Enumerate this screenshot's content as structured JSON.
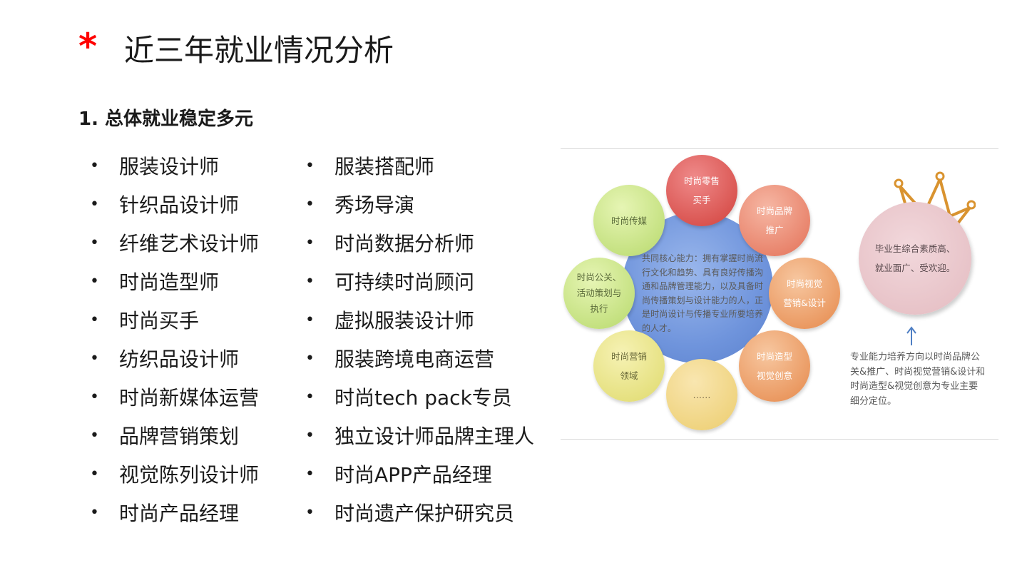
{
  "header": {
    "marker": "*",
    "title": "近三年就业情况分析",
    "subtitle": "1. 总体就业稳定多元"
  },
  "jobs": {
    "bullet": "•",
    "column1": [
      "服装设计师",
      "针织品设计师",
      "纤维艺术设计师",
      "时尚造型师",
      "时尚买手",
      "纺织品设计师",
      "时尚新媒体运营",
      "品牌营销策划",
      "视觉陈列设计师",
      "时尚产品经理"
    ],
    "column2": [
      "服装搭配师",
      "秀场导演",
      "时尚数据分析师",
      "可持续时尚顾问",
      "虚拟服装设计师",
      "服装跨境电商运营",
      "时尚tech pack专员",
      "独立设计师品牌主理人",
      "时尚APP产品经理",
      "时尚遗产保护研究员"
    ]
  },
  "diagram": {
    "hub_text": "共同核心能力：拥有掌握时尚流行文化和趋势、具有良好传播沟通和品牌管理能力，以及具备时尚传播策划与设计能力的人，正是时尚设计与传播专业所要培养的人才。",
    "nodes": {
      "retail": "时尚零售\n买手",
      "brand": "时尚品牌\n推广",
      "visual": "时尚视觉\n营销&设计",
      "styling": "时尚造型\n视觉创意",
      "more": "……",
      "marketing": "时尚营销\n领域",
      "pr": "时尚公关、\n活动策划与\n执行",
      "media": "时尚传媒"
    },
    "quality_text": "毕业生综合素质高、\n就业面广、受欢迎。",
    "note": "专业能力培养方向以时尚品牌公关&推广、时尚视觉营销&设计和时尚造型&视觉创意为专业主要细分定位。",
    "icons": {
      "crown": "crown-icon",
      "arrow": "arrow-up-icon"
    },
    "colors": {
      "hub": "#6f94dc",
      "retail": "#d9534f",
      "brand": "#e8826a",
      "visual": "#ea9860",
      "marketing": "#e5e07e",
      "pr": "#c3e07e",
      "crown": "#d9932f",
      "arrow": "#4f7fc4"
    }
  }
}
